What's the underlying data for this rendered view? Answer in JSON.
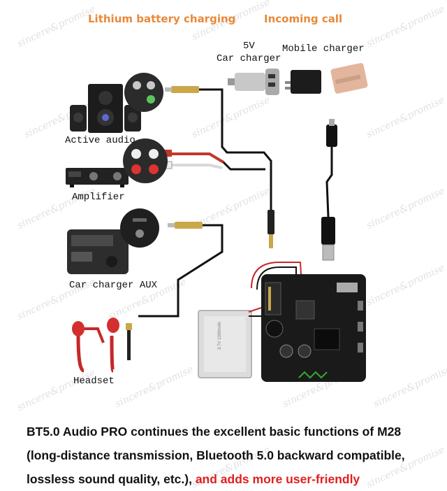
{
  "headings": {
    "battery": "Lithium battery charging",
    "call": "Incoming call"
  },
  "labels": {
    "charger_voltage": "5V",
    "car_charger": "Car charger",
    "mobile_charger": "Mobile charger",
    "active_audio": "Active audio",
    "amplifier": "Amplifier",
    "car_aux": "Car charger AUX",
    "headset": "Headset"
  },
  "description": {
    "line1": "BT5.0 Audio PRO continues the excellent basic functions of M28",
    "line2": "(long-distance transmission, Bluetooth 5.0 backward compatible,",
    "line3_black": "lossless sound quality, etc.), ",
    "line3_red": "and adds more user-friendly"
  },
  "watermark": "sincere&promise",
  "colors": {
    "heading": "#e8893a",
    "highlight": "#e02020",
    "cable": "#111111"
  }
}
